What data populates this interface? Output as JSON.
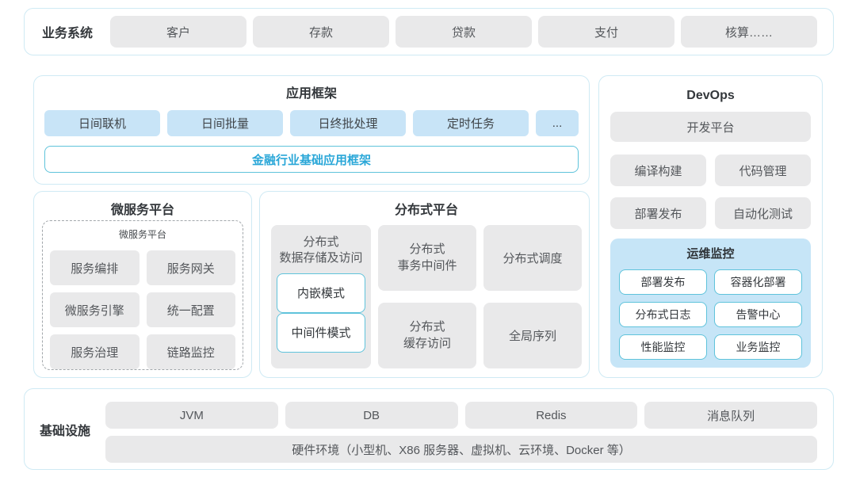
{
  "colors": {
    "panel_border": "#cfeaf4",
    "gray_box_bg": "#e9e9ea",
    "blue_box_bg": "#c8e4f7",
    "ops_panel_bg": "#c6e5f7",
    "accent_border": "#5fc3db",
    "accent_text": "#2aa7d8"
  },
  "business_systems": {
    "label": "业务系统",
    "items": [
      "客户",
      "存款",
      "贷款",
      "支付",
      "核算……"
    ]
  },
  "app_framework": {
    "title": "应用框架",
    "modules": [
      "日间联机",
      "日间批量",
      "日终批处理",
      "定时任务",
      "..."
    ],
    "base_framework": "金融行业基础应用框架"
  },
  "devops": {
    "title": "DevOps",
    "dev_platform": "开发平台",
    "tools": [
      "编译构建",
      "代码管理",
      "部署发布",
      "自动化测试"
    ],
    "ops_monitor": {
      "title": "运维监控",
      "items": [
        "部署发布",
        "容器化部署",
        "分布式日志",
        "告警中心",
        "性能监控",
        "业务监控"
      ]
    }
  },
  "microservice": {
    "title": "微服务平台",
    "inner_title": "微服务平台",
    "items": [
      "服务编排",
      "服务网关",
      "微服务引擎",
      "统一配置",
      "服务治理",
      "链路监控"
    ]
  },
  "distributed": {
    "title": "分布式平台",
    "storage": {
      "title": "分布式\n数据存储及访问",
      "modes": [
        "内嵌模式",
        "中间件模式"
      ]
    },
    "cells": [
      "分布式\n事务中间件",
      "分布式调度",
      "分布式\n缓存访问",
      "全局序列"
    ]
  },
  "infrastructure": {
    "label": "基础设施",
    "items": [
      "JVM",
      "DB",
      "Redis",
      "消息队列"
    ],
    "hardware": "硬件环境（小型机、X86 服务器、虚拟机、云环境、Docker 等）"
  }
}
